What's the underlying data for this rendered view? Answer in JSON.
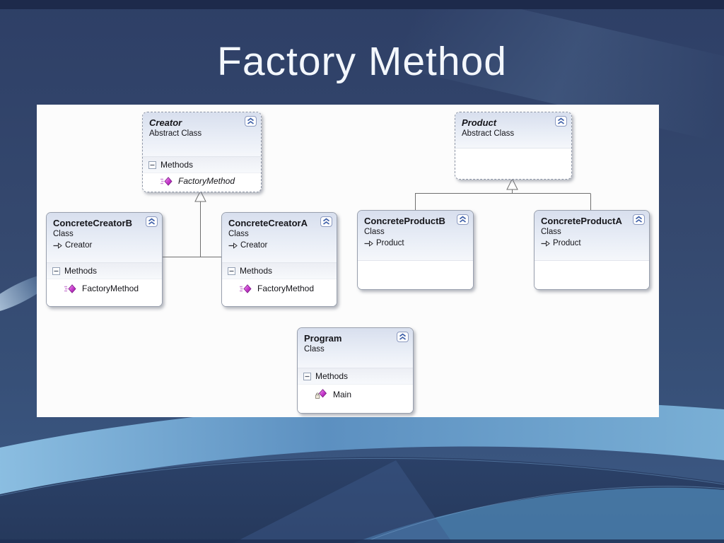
{
  "slide": {
    "title": "Factory Method"
  },
  "canvas": {
    "classes": [
      {
        "name": "Creator",
        "kind": "Abstract Class",
        "inherits": "",
        "methods_label": "Methods",
        "members": [
          {
            "name": "FactoryMethod"
          }
        ]
      },
      {
        "name": "Product",
        "kind": "Abstract Class",
        "inherits": "",
        "methods_label": "",
        "members": []
      },
      {
        "name": "ConcreteCreatorB",
        "kind": "Class",
        "inherits": "Creator",
        "methods_label": "Methods",
        "members": [
          {
            "name": "FactoryMethod"
          }
        ]
      },
      {
        "name": "ConcreteCreatorA",
        "kind": "Class",
        "inherits": "Creator",
        "methods_label": "Methods",
        "members": [
          {
            "name": "FactoryMethod"
          }
        ]
      },
      {
        "name": "ConcreteProductB",
        "kind": "Class",
        "inherits": "Product",
        "methods_label": "",
        "members": []
      },
      {
        "name": "ConcreteProductA",
        "kind": "Class",
        "inherits": "Product",
        "methods_label": "",
        "members": []
      },
      {
        "name": "Program",
        "kind": "Class",
        "inherits": "",
        "methods_label": "Methods",
        "members": [
          {
            "name": "Main"
          }
        ]
      }
    ]
  },
  "icons": {
    "collapse": "chevrons-up-icon",
    "section_toggle": "minus-box-icon",
    "method": "purple-diamond-method-icon",
    "static_method": "purple-diamond-with-lock-icon",
    "inherits": "hollow-arrow-right-icon"
  },
  "colors": {
    "slide_bg": "#35496f",
    "title_text": "#f3f7fd",
    "wave_light": "#8fc3e6",
    "wave_dark": "#2b4168",
    "box_border": "#99a0ae",
    "box_header_top": "#d8dfee",
    "method_icon": "#b13fb8",
    "connector": "#6f6f6f"
  }
}
